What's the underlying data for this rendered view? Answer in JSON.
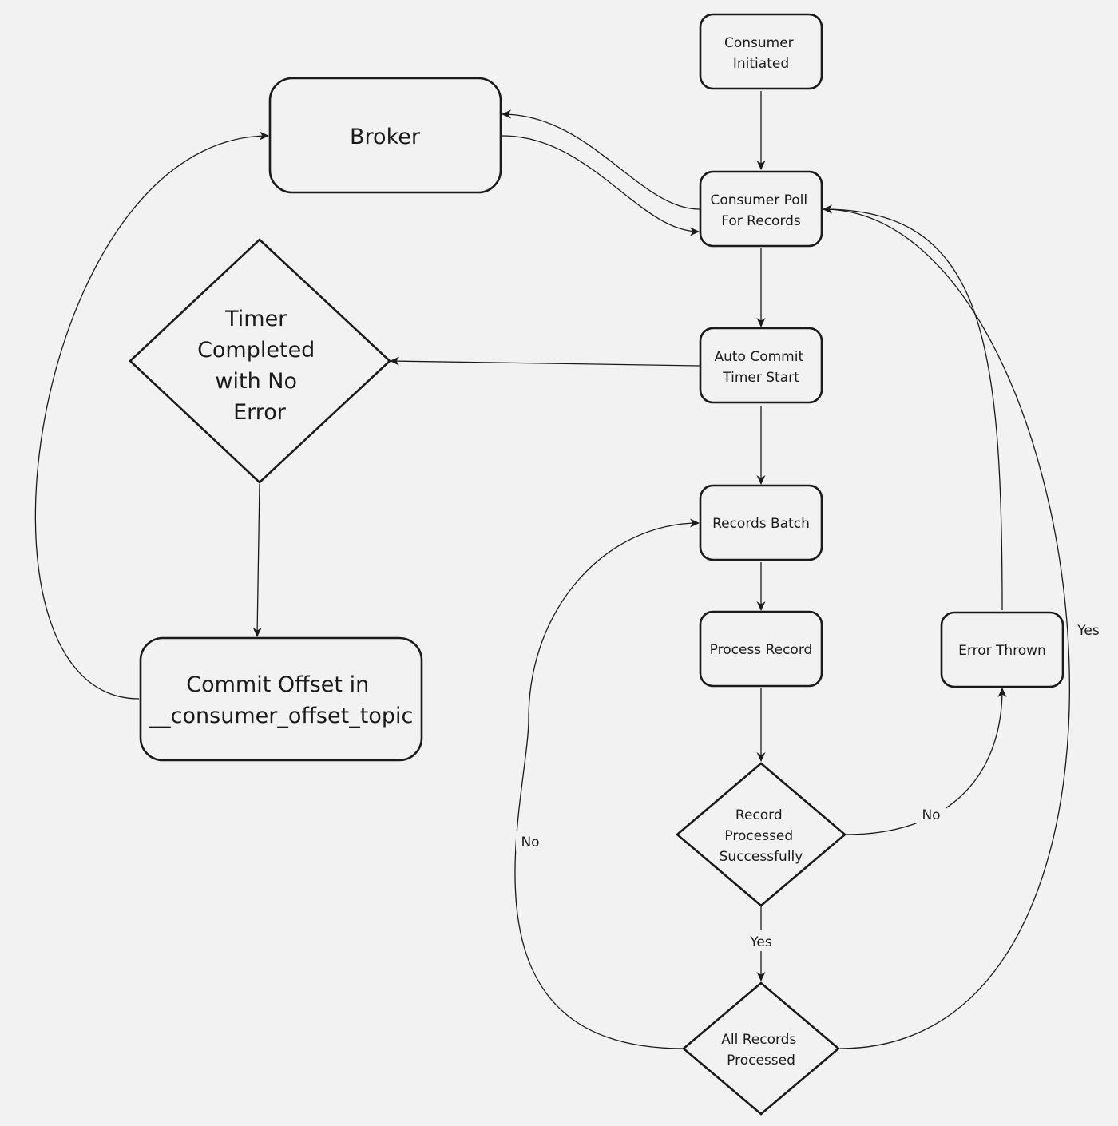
{
  "nodes": {
    "consumer_initiated": [
      "Consumer",
      "Initiated"
    ],
    "broker": [
      "Broker"
    ],
    "consumer_poll": [
      "Consumer Poll",
      "For Records"
    ],
    "timer_completed": [
      "Timer",
      "Completed",
      "with No",
      "Error"
    ],
    "auto_commit": [
      "Auto Commit",
      "Timer Start"
    ],
    "records_batch": [
      "Records Batch"
    ],
    "process_record": [
      "Process Record"
    ],
    "error_thrown": [
      "Error Thrown"
    ],
    "commit_offset": [
      "Commit Offset in",
      "__consumer_offset_topic"
    ],
    "record_processed": [
      "Record",
      "Processed",
      "Successfully"
    ],
    "all_processed": [
      "All Records",
      "Processed"
    ]
  },
  "edge_labels": {
    "record_no": "No",
    "record_yes": "Yes",
    "all_no": "No",
    "all_yes": "Yes"
  },
  "colors": {
    "background": "#f2f2f2",
    "stroke": "#1a1a1a"
  }
}
